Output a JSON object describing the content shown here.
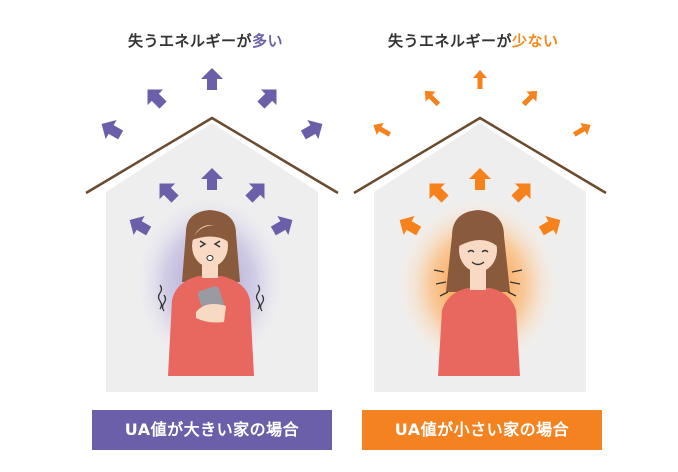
{
  "left": {
    "heading_prefix": "失うエネルギーが",
    "heading_emphasis": "多い",
    "caption": "UA値が大きい家の場合",
    "arrow_color": "#6a5fa8",
    "glow_color": "#8f87c9"
  },
  "right": {
    "heading_prefix": "失うエネルギーが",
    "heading_emphasis": "少ない",
    "caption": "UA値が小さい家の場合",
    "arrow_color": "#f7821b",
    "glow_color": "#ff8a14"
  },
  "colors": {
    "house_fill": "#eeeeee",
    "roof": "#6b4a2e",
    "label_purple": "#6a5fa8",
    "label_orange": "#f58220",
    "skin": "#f7d9c4",
    "hair": "#8a5a3c",
    "sweater": "#e8685f"
  }
}
